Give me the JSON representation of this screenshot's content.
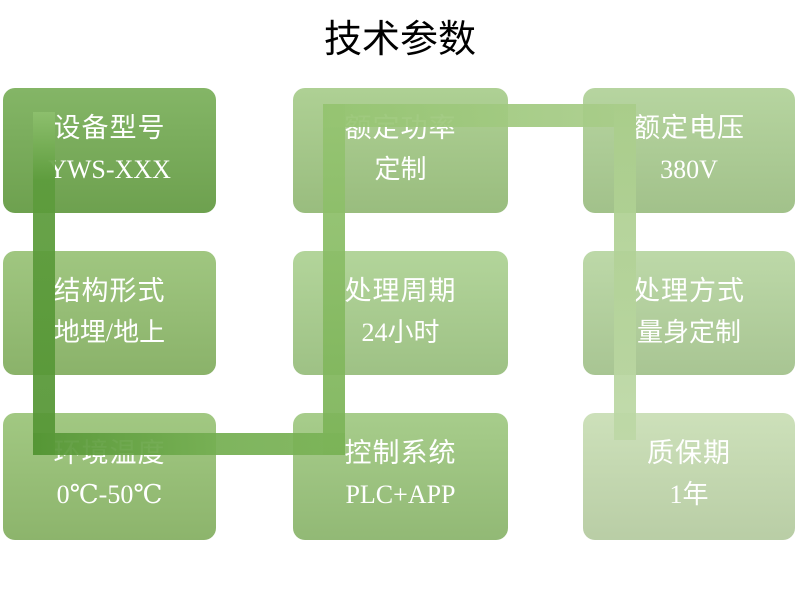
{
  "title": "技术参数",
  "connector": {
    "opacity": 0.93,
    "segments": [
      {
        "id": "v1",
        "dir": "bottom",
        "stops": [
          "#8ec06e",
          "#5d9c3c 20%",
          "#559635"
        ]
      },
      {
        "id": "hb",
        "dir": "right",
        "stops": [
          "#559635",
          "#75af52 60%",
          "#7bb357"
        ]
      },
      {
        "id": "v2",
        "dir": "top",
        "stops": [
          "#7bb357",
          "#95c471"
        ]
      },
      {
        "id": "ht",
        "dir": "right",
        "stops": [
          "#95c471",
          "#a9cd8a"
        ]
      },
      {
        "id": "v3",
        "dir": "bottom",
        "stops": [
          "#a9cd8a",
          "#bdd8a6"
        ]
      }
    ]
  },
  "boxes": [
    {
      "label": "设备型号",
      "value": "YWS-XXX",
      "color": "#76ad55"
    },
    {
      "label": "额定功率",
      "value": "定制",
      "color": "#a5cb88"
    },
    {
      "label": "额定电压",
      "value": "380V",
      "color": "#aed095"
    },
    {
      "label": "结构形式",
      "value": "地埋/地上",
      "color": "#95c072"
    },
    {
      "label": "处理周期",
      "value": "24小时",
      "color": "#aad08f"
    },
    {
      "label": "处理方式",
      "value": "量身定制",
      "color": "#b5d49e"
    },
    {
      "label": "环境温度",
      "value": "0℃-50℃",
      "color": "#97c274"
    },
    {
      "label": "控制系统",
      "value": "PLC+APP",
      "color": "#9dc77e"
    },
    {
      "label": "质保期",
      "value": "1年",
      "color": "#c7ddb2"
    }
  ]
}
